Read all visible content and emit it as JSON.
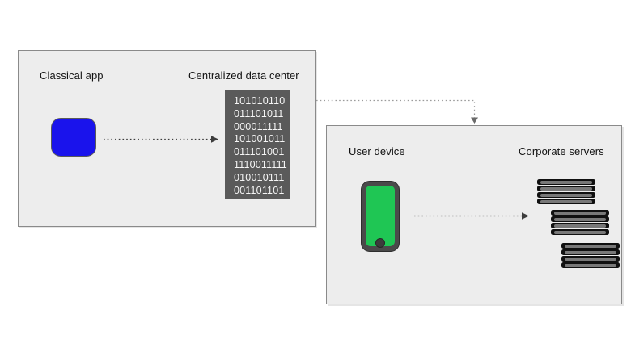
{
  "colors": {
    "canvas-bg": "#ffffff",
    "panel-bg": "#ededed",
    "panel-border": "#8a8a8a",
    "text": "#111111",
    "binary-bg": "#5a5a5a",
    "binary-text": "#f5f5f5",
    "app-blue": "#1a13ec",
    "phone-body": "#4a4a4a",
    "phone-screen-green": "#1fc654",
    "phone-button": "#3c3c3c",
    "server-body": "#101010",
    "server-slat": "#787878",
    "arrow": "#3c3c3c",
    "connector": "#9b9b9b"
  },
  "left_panel": {
    "app_label": "Classical app",
    "datacenter_label": "Centralized data center",
    "binary_rows": [
      "101010110",
      "011101011",
      "000011111",
      "101001011",
      "011101001",
      "1110011111",
      "010010111",
      "001101101"
    ]
  },
  "right_panel": {
    "device_label": "User device",
    "servers_label": "Corporate servers"
  },
  "icons": {
    "app": "app-square-icon",
    "phone": "smartphone-icon",
    "servers": "server-stack-icon"
  }
}
